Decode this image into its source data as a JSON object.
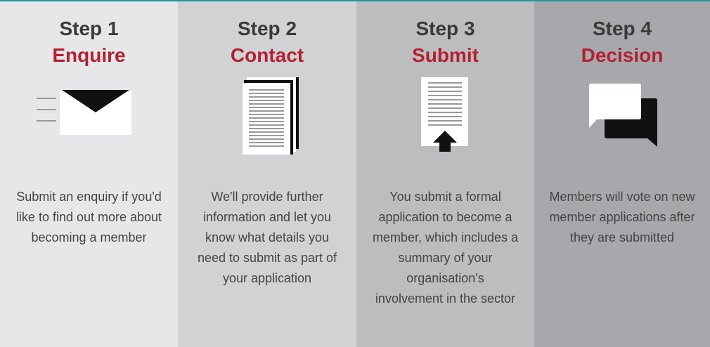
{
  "steps": [
    {
      "number": "Step 1",
      "name": "Enquire",
      "icon": "envelope-icon",
      "description": "Submit an enquiry if you'd like to find out more about becoming a member"
    },
    {
      "number": "Step 2",
      "name": "Contact",
      "icon": "documents-icon",
      "description": "We'll provide further information and let you know what details you need to submit as part of your application"
    },
    {
      "number": "Step 3",
      "name": "Submit",
      "icon": "document-upload-icon",
      "description": "You submit a formal application to become a member, which includes a summary of your organisation's involvement in the sector"
    },
    {
      "number": "Step 4",
      "name": "Decision",
      "icon": "chat-bubbles-icon",
      "description": "Members will vote on new member applications after they are submitted"
    }
  ],
  "colors": {
    "accent": "#b51f31",
    "heading": "#3a3a3a",
    "text": "#444444",
    "topline": "#1a9a9a"
  }
}
